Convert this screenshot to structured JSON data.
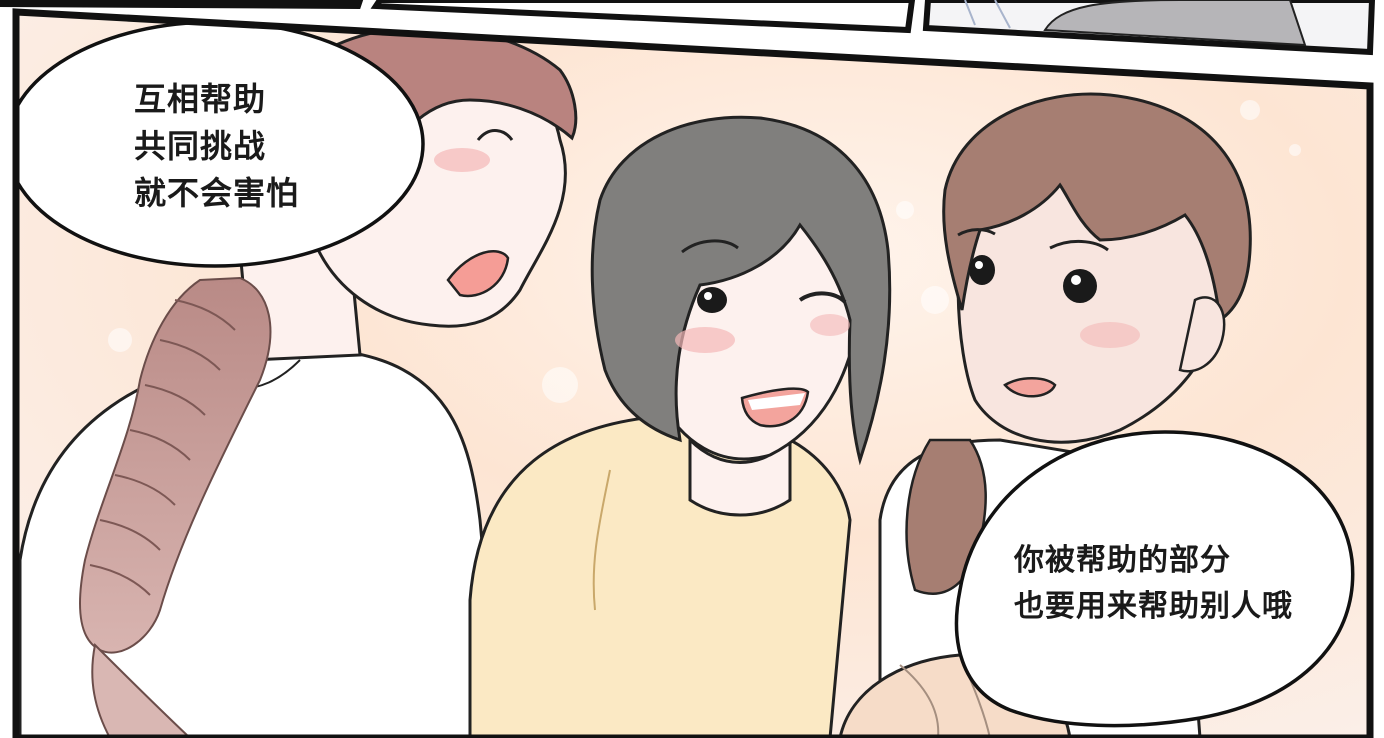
{
  "comic_page": {
    "speech_bubble_left": {
      "lines": [
        "互相帮助",
        "共同挑战",
        "就不会害怕"
      ]
    },
    "speech_bubble_right": {
      "lines": [
        "你被帮助的部分",
        "也要用来帮助别人哦"
      ]
    },
    "colors": {
      "panel_border": "#111111",
      "background_glow": "#fde8d8",
      "hair_pink": "#b9837f",
      "hair_gray": "#807f7d",
      "hair_brown": "#a67e72",
      "shirt_yellow": "#fbe9c4",
      "skin": "#fdf1ee"
    }
  }
}
